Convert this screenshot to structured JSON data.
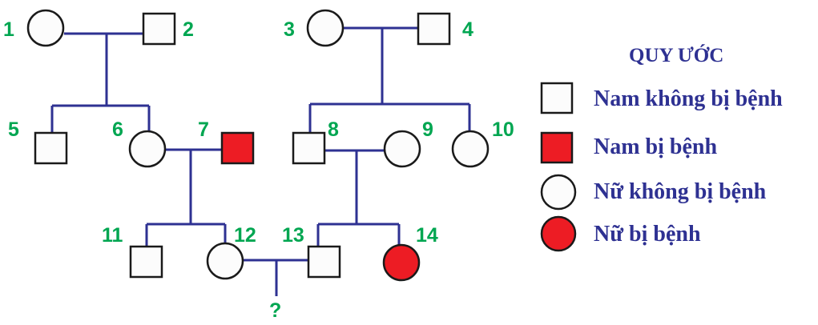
{
  "title": "Pedigree chart (Sơ đồ phả hệ)",
  "colors": {
    "affected": "#ed1c24",
    "unaffected": "#fcfcfc",
    "outline": "#1a1a1a",
    "line": "#2e3192",
    "number": "#00a651",
    "legend_text": "#2e3192"
  },
  "individuals": [
    {
      "id": "1",
      "sex": "female",
      "affected": false,
      "generation": 1
    },
    {
      "id": "2",
      "sex": "male",
      "affected": false,
      "generation": 1
    },
    {
      "id": "3",
      "sex": "female",
      "affected": false,
      "generation": 1
    },
    {
      "id": "4",
      "sex": "male",
      "affected": false,
      "generation": 1
    },
    {
      "id": "5",
      "sex": "male",
      "affected": false,
      "generation": 2
    },
    {
      "id": "6",
      "sex": "female",
      "affected": false,
      "generation": 2
    },
    {
      "id": "7",
      "sex": "male",
      "affected": true,
      "generation": 2
    },
    {
      "id": "8",
      "sex": "male",
      "affected": false,
      "generation": 2
    },
    {
      "id": "9",
      "sex": "female",
      "affected": false,
      "generation": 2
    },
    {
      "id": "10",
      "sex": "female",
      "affected": false,
      "generation": 2
    },
    {
      "id": "11",
      "sex": "male",
      "affected": false,
      "generation": 3
    },
    {
      "id": "12",
      "sex": "female",
      "affected": false,
      "generation": 3
    },
    {
      "id": "13",
      "sex": "male",
      "affected": false,
      "generation": 3
    },
    {
      "id": "14",
      "sex": "female",
      "affected": true,
      "generation": 3
    }
  ],
  "couples": [
    {
      "partners": [
        "1",
        "2"
      ],
      "children": [
        "5",
        "6"
      ]
    },
    {
      "partners": [
        "3",
        "4"
      ],
      "children": [
        "8",
        "10"
      ]
    },
    {
      "partners": [
        "6",
        "7"
      ],
      "children": [
        "11",
        "12"
      ]
    },
    {
      "partners": [
        "8",
        "9"
      ],
      "children": [
        "13",
        "14"
      ]
    },
    {
      "partners": [
        "12",
        "13"
      ],
      "children": [
        "?"
      ]
    }
  ],
  "unknown_child_label": "?",
  "legend": {
    "title": "QUY ƯỚC",
    "items": [
      {
        "symbol": "square",
        "affected": false,
        "label": "Nam không bị bệnh"
      },
      {
        "symbol": "square",
        "affected": true,
        "label": "Nam bị bệnh"
      },
      {
        "symbol": "circle",
        "affected": false,
        "label": "Nữ không bị bệnh"
      },
      {
        "symbol": "circle",
        "affected": true,
        "label": "Nữ bị bệnh"
      }
    ]
  }
}
